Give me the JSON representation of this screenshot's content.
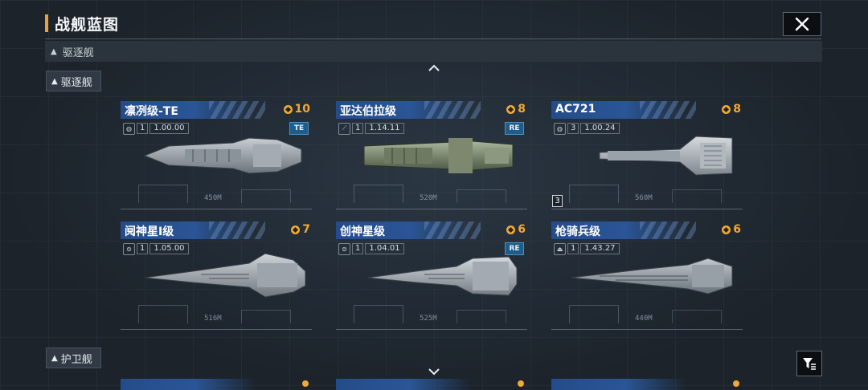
{
  "header": {
    "title": "战舰蓝图"
  },
  "category": {
    "label": "驱逐舰"
  },
  "sections": [
    {
      "label": "驱逐舰"
    },
    {
      "label": "护卫舰"
    }
  ],
  "cards": [
    {
      "name": "凛冽级-TE",
      "cost": "10",
      "icon": "globe-icon",
      "tier": "1",
      "version": "1.00.00",
      "badge": "TE",
      "length": "450M"
    },
    {
      "name": "亚达伯拉级",
      "cost": "8",
      "icon": "module-icon",
      "tier": "1",
      "version": "1.14.11",
      "badge": "RE",
      "length": "520M"
    },
    {
      "name": "AC721",
      "cost": "8",
      "icon": "globe-icon",
      "tier": "3",
      "version": "1.00.24",
      "badge": "",
      "length": "560M",
      "corner_tag": "3"
    },
    {
      "name": "阋神星I级",
      "cost": "7",
      "icon": "module-icon",
      "tier": "1",
      "version": "1.05.00",
      "badge": "",
      "length": "516M"
    },
    {
      "name": "创神星级",
      "cost": "6",
      "icon": "module-icon",
      "tier": "1",
      "version": "1.04.01",
      "badge": "RE",
      "length": "525M"
    },
    {
      "name": "枪骑兵级",
      "cost": "6",
      "icon": "ship-icon",
      "tier": "1",
      "version": "1.43.27",
      "badge": "",
      "length": "440M"
    }
  ],
  "colors": {
    "accent": "#f0a935",
    "header_blue": "#2a5596",
    "badge_blue": "#1f5c8a"
  }
}
